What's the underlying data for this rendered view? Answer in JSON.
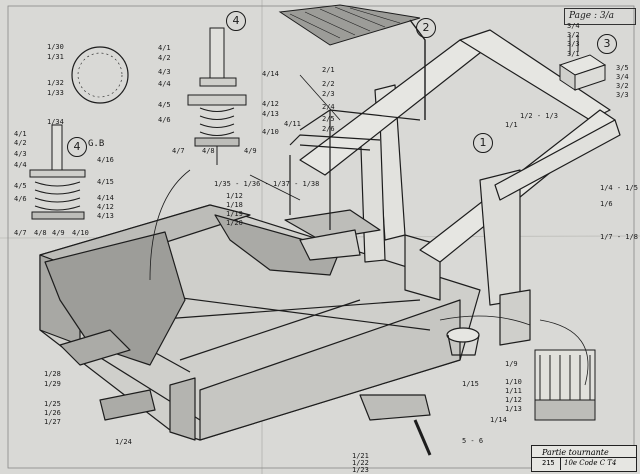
{
  "page": {
    "label": "Page : 3/a"
  },
  "title_block": {
    "line1": "Partie tournante",
    "code_left": "215",
    "code_right": "10e Code C T4"
  },
  "callouts": [
    "1",
    "2",
    "3",
    "4",
    "4"
  ],
  "part_labels": {
    "l_1_30": "1/30",
    "l_1_31": "1/31",
    "l_1_32": "1/32",
    "l_1_33": "1/33",
    "l_4_1a": "4/1",
    "l_4_2a": "4/2",
    "l_4_3a": "4/3",
    "l_4_4a": "4/4",
    "l_4_5a": "4/5",
    "l_4_6a": "4/6",
    "l_4_7a": "4/7",
    "l_4_8a": "4/8",
    "l_4_9a": "4/9",
    "l_4_10a": "4/10",
    "l_4_12a": "4/12",
    "l_4_13a": "4/13",
    "l_4_14a": "4/14",
    "l_4_11": "4/11",
    "l_1_34": "1/34",
    "l_gb": "G.B",
    "l_4_1b": "4/1",
    "l_4_2b": "4/2",
    "l_4_3b": "4/3",
    "l_4_4b": "4/4",
    "l_4_5b": "4/5",
    "l_4_6b": "4/6",
    "l_4_7b": "4/7",
    "l_4_8b": "4/8",
    "l_4_9b": "4/9",
    "l_4_10b": "4/10",
    "l_4_12b": "4/12",
    "l_4_13b": "4/13",
    "l_4_14b": "4/14",
    "l_4_15": "4/15",
    "l_4_16": "4/16",
    "l_2_1": "2/1",
    "l_2_2": "2/2",
    "l_2_3": "2/3",
    "l_2_4": "2/4",
    "l_2_5": "2/5",
    "l_2_6": "2/6",
    "l_1_35": "1/35 - 1/36 - 1/37 - 1/38",
    "l_1_12a": "1/12",
    "l_1_18": "1/18",
    "l_1_19": "1/19",
    "l_1_20": "1/20",
    "l_3_4": "3/4",
    "l_3_2": "3/2",
    "l_3_3": "3/3",
    "l_3_1": "3/1",
    "l_3_5": "3/5",
    "l_3_4b": "3/4",
    "l_3_2b": "3/2",
    "l_3_3b": "3/3",
    "l_1_1": "1/1",
    "l_1_2": "1/2 - 1/3",
    "l_1_4": "1/4 - 1/5",
    "l_1_6": "1/6",
    "l_1_7": "1/7 - 1/8",
    "l_1_9": "1/9",
    "l_1_10": "1/10",
    "l_1_11": "1/11",
    "l_1_12": "1/12",
    "l_1_13": "1/13",
    "l_1_14": "1/14",
    "l_1_15": "1/15",
    "l_1_21": "1/21",
    "l_1_22": "1/22",
    "l_1_23": "1/23",
    "l_5_6": "5 - 6",
    "l_1_24": "1/24",
    "l_1_25": "1/25",
    "l_1_26": "1/26",
    "l_1_27": "1/27",
    "l_1_28": "1/28",
    "l_1_29": "1/29"
  }
}
